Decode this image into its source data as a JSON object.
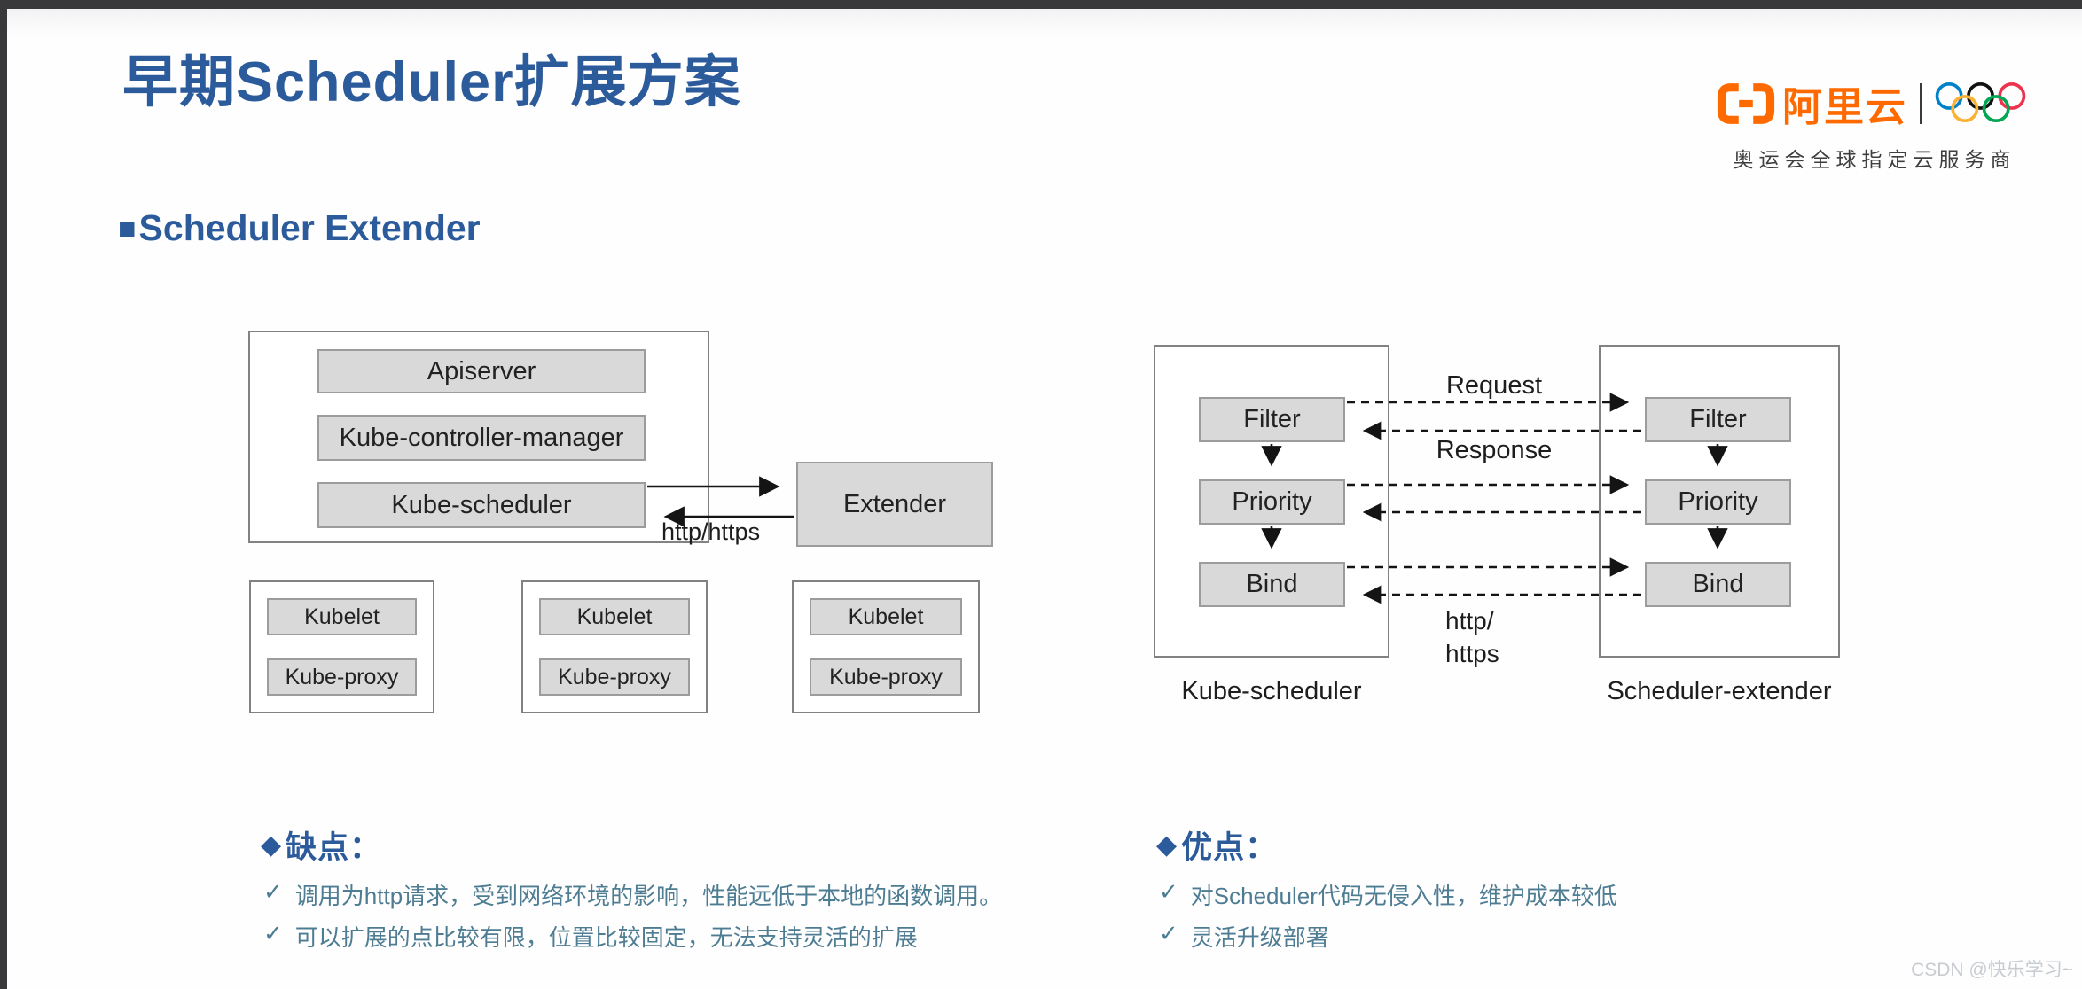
{
  "page": {
    "title": "早期Scheduler扩展方案",
    "watermark": "CSDN @快乐学习~"
  },
  "icons": {
    "square_bullet": "■",
    "diamond": "◆",
    "check": "✓"
  },
  "section": {
    "title": "Scheduler Extender"
  },
  "brand": {
    "name": "阿里云",
    "tagline": "奥运会全球指定云服务商",
    "orange": "#ff6a00",
    "ring_colors": [
      "#0081c8",
      "#111111",
      "#ee334e",
      "#fcb131",
      "#00a651"
    ]
  },
  "diagram_left": {
    "master_components": [
      "Apiserver",
      "Kube-controller-manager",
      "Kube-scheduler"
    ],
    "extender_label": "Extender",
    "arrow_label": "http/https",
    "node_components": [
      "Kubelet",
      "Kube-proxy"
    ]
  },
  "diagram_right": {
    "stages": [
      "Filter",
      "Priority",
      "Bind"
    ],
    "request_label": "Request",
    "response_label": "Response",
    "protocol_line1": "http/",
    "protocol_line2": "https",
    "left_caption": "Kube-scheduler",
    "right_caption": "Scheduler-extender"
  },
  "cons": {
    "heading": "缺点：",
    "items": [
      "调用为http请求，受到网络环境的影响，性能远低于本地的函数调用。",
      "可以扩展的点比较有限，位置比较固定，无法支持灵活的扩展"
    ]
  },
  "pros": {
    "heading": "优点：",
    "items": [
      "对Scheduler代码无侵入性，维护成本较低",
      "灵活升级部署"
    ]
  }
}
